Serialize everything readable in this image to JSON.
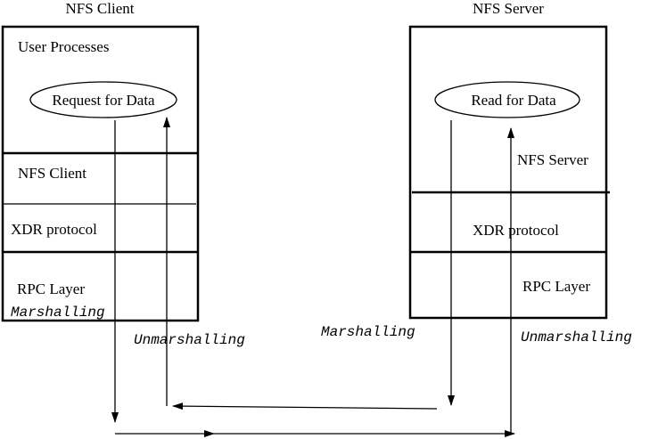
{
  "client": {
    "title": "NFS Client",
    "user_processes": "User Processes",
    "request_label": "Request for Data",
    "nfs_layer": "NFS Client",
    "xdr_layer": "XDR protocol",
    "rpc_layer": "RPC Layer"
  },
  "server": {
    "title": "NFS Server",
    "read_label": "Read for Data",
    "nfs_layer": "NFS Server",
    "xdr_layer": "XDR protocol",
    "rpc_layer": "RPC Layer"
  },
  "annotations": {
    "client_marshalling": "Marshalling",
    "client_unmarshalling": "Unmarshalling",
    "server_marshalling": "Marshalling",
    "server_unmarshalling": "Unmarshalling"
  }
}
